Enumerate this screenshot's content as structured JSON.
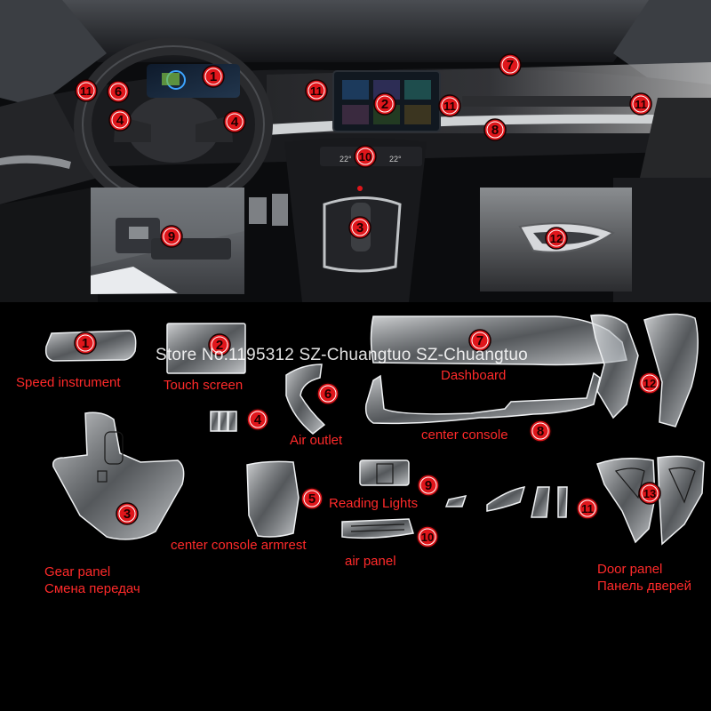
{
  "interior_markers": [
    "1",
    "2",
    "3",
    "4",
    "4",
    "6",
    "7",
    "8",
    "10",
    "11",
    "11",
    "11",
    "11",
    "9",
    "12"
  ],
  "interior_dash_readouts": [
    "22°",
    "22°"
  ],
  "parts": {
    "p1": {
      "num": "1",
      "label": "Speed instrument"
    },
    "p2": {
      "num": "2",
      "label": "Touch screen"
    },
    "p7": {
      "num": "7",
      "label": "Dashboard"
    },
    "p12": {
      "num": "12"
    },
    "p6": {
      "num": "6",
      "label": "Air outlet"
    },
    "p4": {
      "num": "4"
    },
    "p8": {
      "num": "8",
      "label": "center console"
    },
    "p3": {
      "num": "3",
      "label": "Gear panel",
      "label_ru": "Смена передач"
    },
    "p5": {
      "num": "5",
      "label": "center console armrest"
    },
    "p9": {
      "num": "9",
      "label": "Reading Lights"
    },
    "p10": {
      "num": "10",
      "label": "air panel"
    },
    "p11": {
      "num": "11"
    },
    "p13": {
      "num": "13",
      "label": "Door panel",
      "label_ru": "Панель дверей"
    }
  },
  "watermark": "Store No.1195312 SZ-Chuangtuo SZ-Chuangtuo",
  "colors": {
    "marker_red": "#e0161b",
    "label_red": "#ff2a2a",
    "film": "#d9dde2",
    "background": "#000000"
  }
}
